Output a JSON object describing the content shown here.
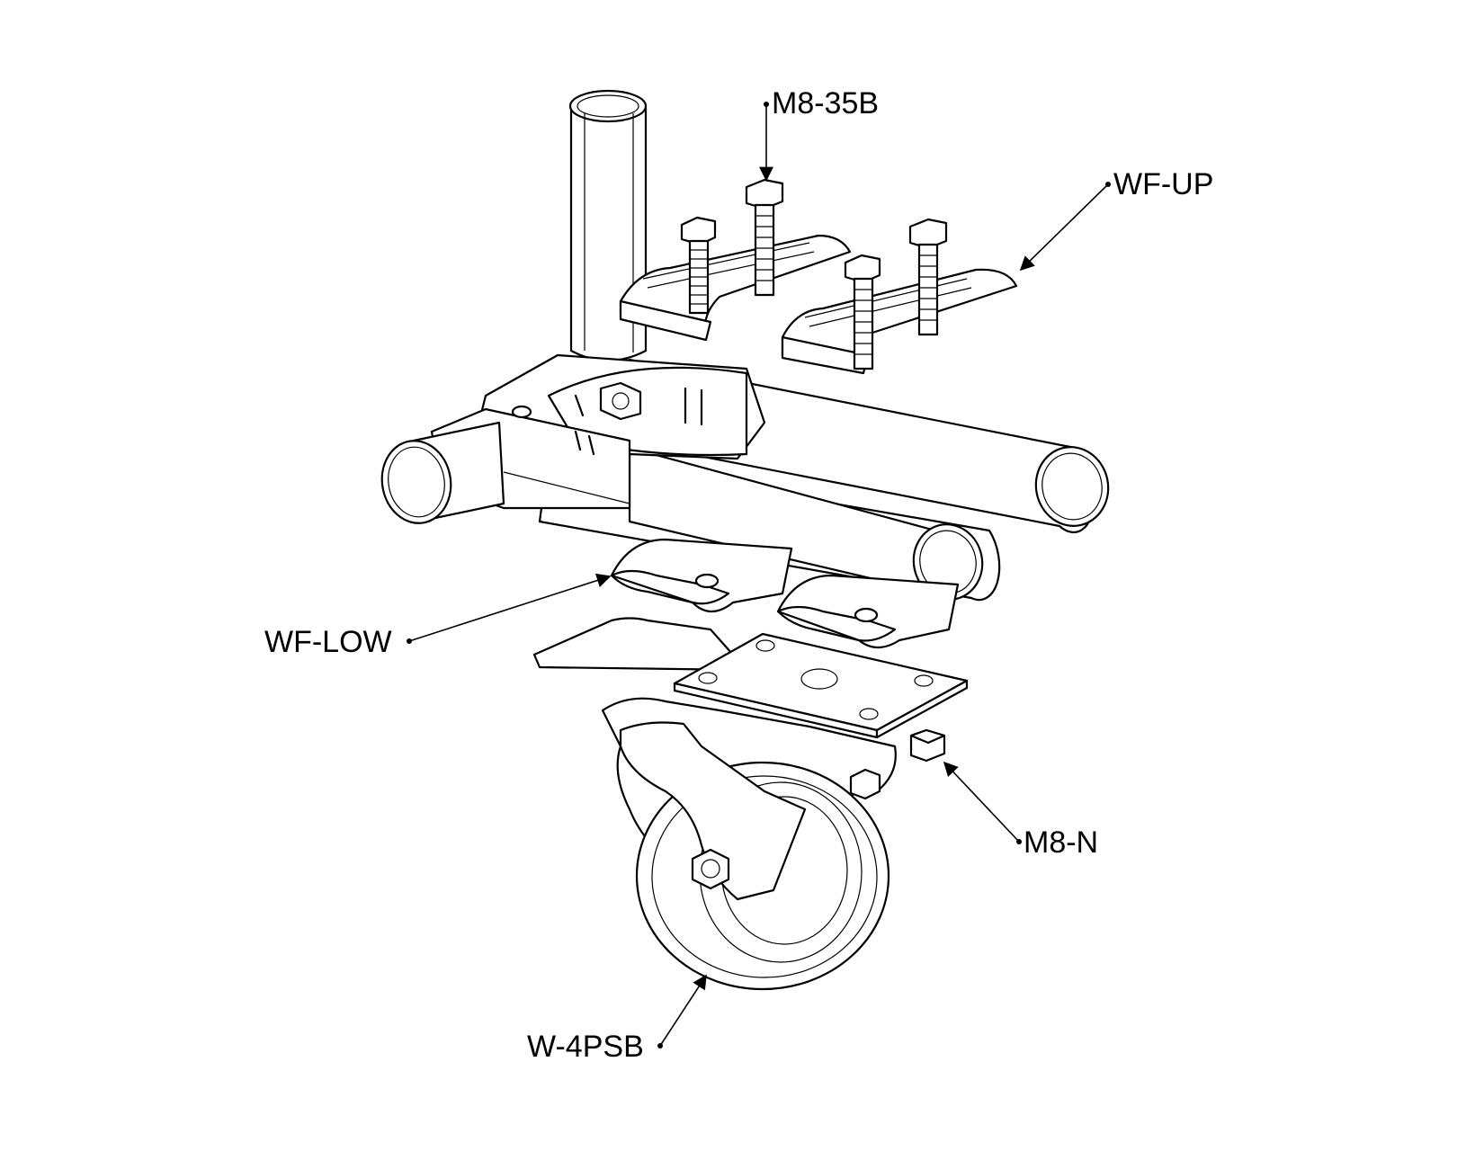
{
  "callouts": {
    "m8_35b": "M8-35B",
    "wf_up": "WF-UP",
    "wf_low": "WF-LOW",
    "m8_n": "M8-N",
    "w_4psb": "W-4PSB"
  },
  "colors": {
    "line": "#000000",
    "background": "#ffffff"
  }
}
